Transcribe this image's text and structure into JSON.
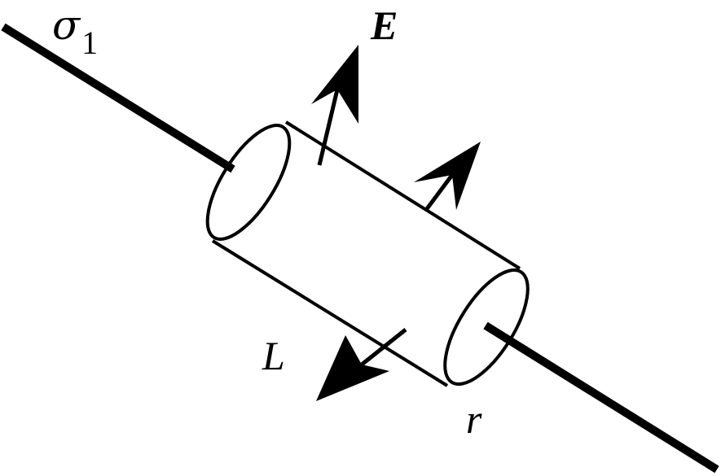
{
  "labels": {
    "charge_density_symbol": "σ",
    "charge_density_subscript": "1",
    "field": "E",
    "length": "L",
    "radius": "r"
  },
  "colors": {
    "ink": "#000000",
    "background": "#ffffff"
  }
}
